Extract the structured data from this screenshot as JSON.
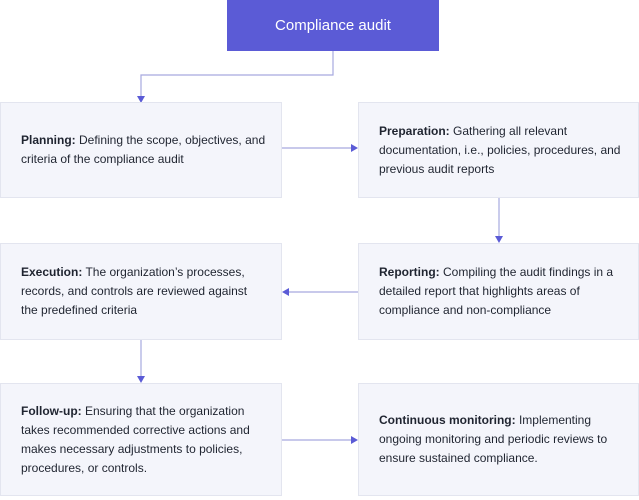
{
  "diagram": {
    "title": "Compliance audit",
    "colors": {
      "title_bg": "#5b5bd6",
      "box_bg": "#f4f5fb",
      "connector": "#a7a9df",
      "arrowhead": "#5b5bd6"
    },
    "steps": [
      {
        "name": "Planning:",
        "text": " Defining the scope, objectives, and criteria of the compliance audit"
      },
      {
        "name": "Preparation:",
        "text": " Gathering all relevant documentation, i.e., policies, procedures, and previous audit reports"
      },
      {
        "name": "Reporting:",
        "text": " Compiling the audit findings in a detailed report that highlights areas of compliance and non-compliance"
      },
      {
        "name": "Execution:",
        "text": " The organization’s processes, records, and controls are reviewed against the predefined criteria"
      },
      {
        "name": "Follow-up:",
        "text": " Ensuring that the organization takes recommended corrective actions and makes necessary adjustments to policies, procedures, or controls."
      },
      {
        "name": "Continuous monitoring:",
        "text": " Implementing ongoing monitoring and periodic reviews to ensure sustained compliance."
      }
    ]
  }
}
